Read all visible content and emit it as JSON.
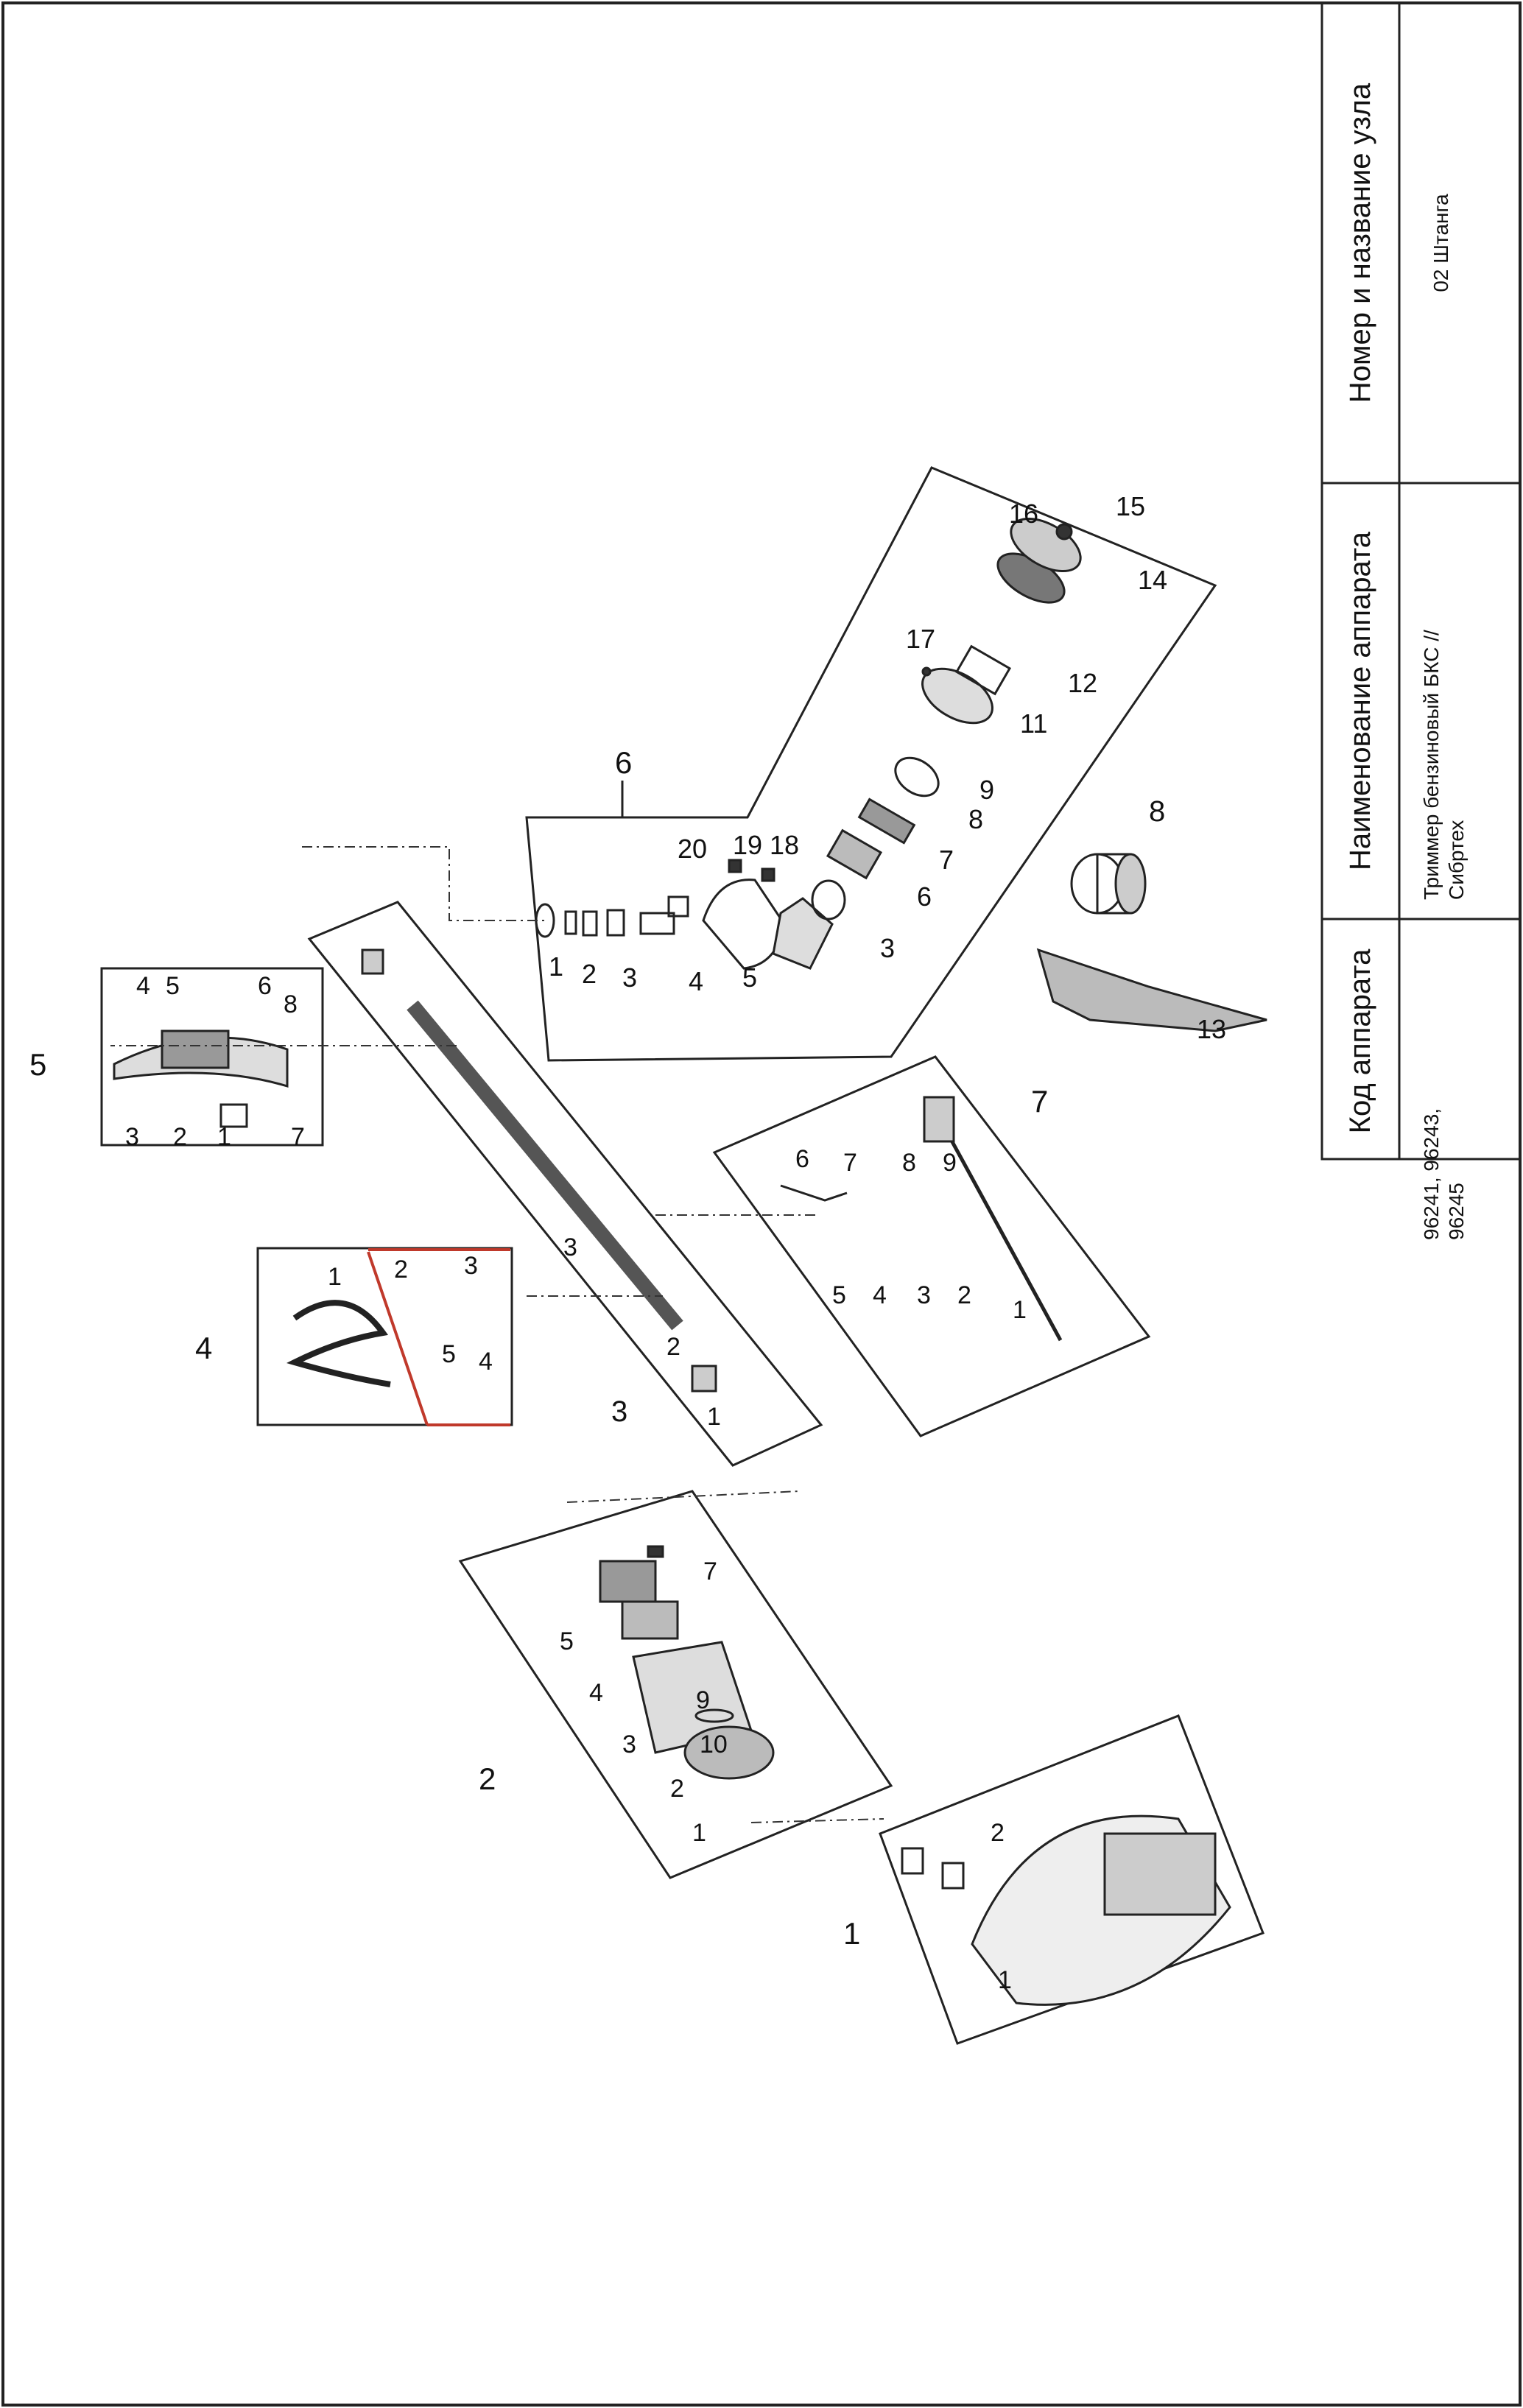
{
  "title_block": {
    "code_header": "Код аппарата",
    "code_value": "96241, 96243,\n96245",
    "name_header": "Наименование аппарата",
    "name_value": "Триммер бензиновый БКС //\nСибртех",
    "unit_header": "Номер и название узла",
    "unit_value": "02 Штанга"
  },
  "diagram": {
    "groups": [
      {
        "id": "1",
        "parts": [
          "1",
          "2"
        ]
      },
      {
        "id": "2",
        "parts": [
          "1",
          "2",
          "3",
          "4",
          "5",
          "7",
          "9",
          "10"
        ]
      },
      {
        "id": "3",
        "parts": [
          "1",
          "2",
          "3"
        ]
      },
      {
        "id": "4",
        "parts": [
          "1",
          "2",
          "3",
          "4",
          "5"
        ]
      },
      {
        "id": "5",
        "parts": [
          "1",
          "2",
          "3",
          "4",
          "5",
          "6",
          "7",
          "8"
        ]
      },
      {
        "id": "6",
        "parts": [
          "1",
          "2",
          "3",
          "4",
          "5",
          "6",
          "7",
          "8",
          "9",
          "11",
          "12",
          "14",
          "15",
          "16",
          "17",
          "18",
          "19",
          "20"
        ]
      },
      {
        "id": "7",
        "parts": [
          "1",
          "2",
          "3",
          "4",
          "5",
          "6",
          "7",
          "8",
          "9"
        ]
      },
      {
        "id": "8",
        "parts": []
      },
      {
        "id": "13",
        "parts": []
      }
    ]
  }
}
